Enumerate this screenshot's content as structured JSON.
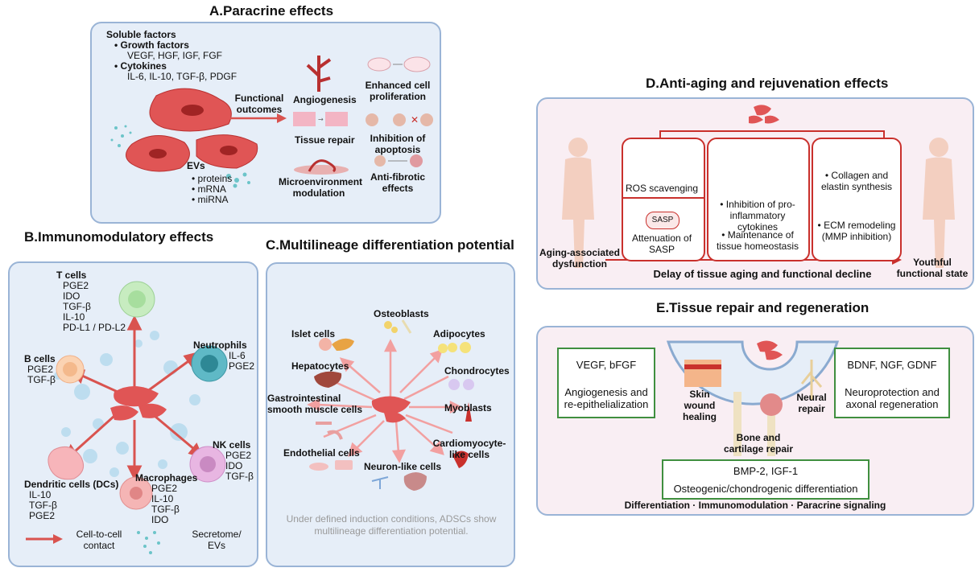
{
  "panelA": {
    "title": "A.Paracrine effects",
    "soluble_factors": "Soluble factors",
    "growth_factors": "Growth factors",
    "growth_list": "VEGF, HGF, IGF, FGF",
    "cytokines": "Cytokines",
    "cytokine_list": "IL-6, IL-10, TGF-β, PDGF",
    "functional_outcomes": "Functional outcomes",
    "evs": "EVs",
    "ev_items": [
      "proteins",
      "mRNA",
      "miRNA"
    ],
    "angiogenesis": "Angiogenesis",
    "tissue_repair": "Tissue repair",
    "microenvironment": "Microenvironment modulation",
    "proliferation": "Enhanced cell proliferation",
    "apoptosis": "Inhibition of apoptosis",
    "antifibrotic": "Anti-fibrotic effects"
  },
  "panelB": {
    "title": "B.Immunomodulatory effects",
    "t_cells": "T cells",
    "t_list": [
      "PGE2",
      "IDO",
      "TGF-β",
      "IL-10",
      "PD-L1 / PD-L2"
    ],
    "b_cells": "B cells",
    "b_list": [
      "PGE2",
      "TGF-β"
    ],
    "neutrophils": "Neutrophils",
    "neutro_list": [
      "IL-6",
      "PGE2"
    ],
    "nk_cells": "NK cells",
    "nk_list": [
      "PGE2",
      "IDO",
      "TGF-β"
    ],
    "dcs": "Dendritic cells (DCs)",
    "dc_list": [
      "IL-10",
      "TGF-β",
      "PGE2"
    ],
    "macrophages": "Macrophages",
    "mac_list": [
      "PGE2",
      "IL-10",
      "TGF-β",
      "IDO"
    ],
    "contact": "Cell-to-cell contact",
    "secretome": "Secretome/ EVs"
  },
  "panelC": {
    "title": "C.Multilineage differentiation potential",
    "islet": "Islet cells",
    "osteoblasts": "Osteoblasts",
    "adipocytes": "Adipocytes",
    "hepatocytes": "Hepatocytes",
    "chondrocytes": "Chondrocytes",
    "gi": "Gastrointestinal smooth muscle cells",
    "myoblasts": "Myoblasts",
    "cardio": "Cardiomyocyte-like cells",
    "endothelial": "Endothelial cells",
    "neuron": "Neuron-like cells",
    "caption": "Under defined induction conditions, ADSCs show multilineage differentiation potential."
  },
  "panelD": {
    "title": "D.Anti-aging and rejuvenation effects",
    "aging": "Aging-associated dysfunction",
    "youthful": "Youthful functional state",
    "ros_label": "ROS",
    "ros": "ROS scavenging",
    "sasp_badge": "SASP",
    "sasp": "Attenuation of SASP",
    "inflam": "Inhibition of pro-inflammatory cytokines",
    "homeostasis": "Maintenance of tissue homeostasis",
    "collagen": "Collagen and elastin synthesis",
    "ecm": "ECM remodeling (MMP inhibition)",
    "delay": "Delay of tissue aging and functional decline"
  },
  "panelE": {
    "title": "E.Tissue repair and regeneration",
    "left_top": "VEGF, bFGF",
    "left_bottom": "Angiogenesis and re-epithelialization",
    "right_top": "BDNF, NGF, GDNF",
    "right_bottom": "Neuroprotection and axonal regeneration",
    "skin": "Skin wound healing",
    "neural": "Neural repair",
    "bone": "Bone and cartilage repair",
    "bottom_top": "BMP-2, IGF-1",
    "bottom_bottom": "Osteogenic/chondrogenic differentiation",
    "footer": "Differentiation · Immunomodulation · Paracrine signaling"
  },
  "colors": {
    "panel_border": "#9ab4d6",
    "cell_red": "#e05555",
    "arrow_red": "#d9534f",
    "green_box": "#3f8f3f"
  }
}
